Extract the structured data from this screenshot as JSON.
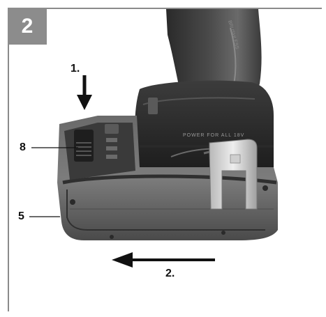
{
  "figure": {
    "number": "2"
  },
  "callouts": {
    "step1": "1.",
    "step2": "2.",
    "part8": "8",
    "part5": "5"
  },
  "product_text": {
    "battery_label": "POWER FOR ALL 18V",
    "grip_label": "BRUSHLESS"
  },
  "colors": {
    "badge": "#8c8c8c",
    "frame": "#8a8a8a",
    "arrow": "#111111"
  }
}
